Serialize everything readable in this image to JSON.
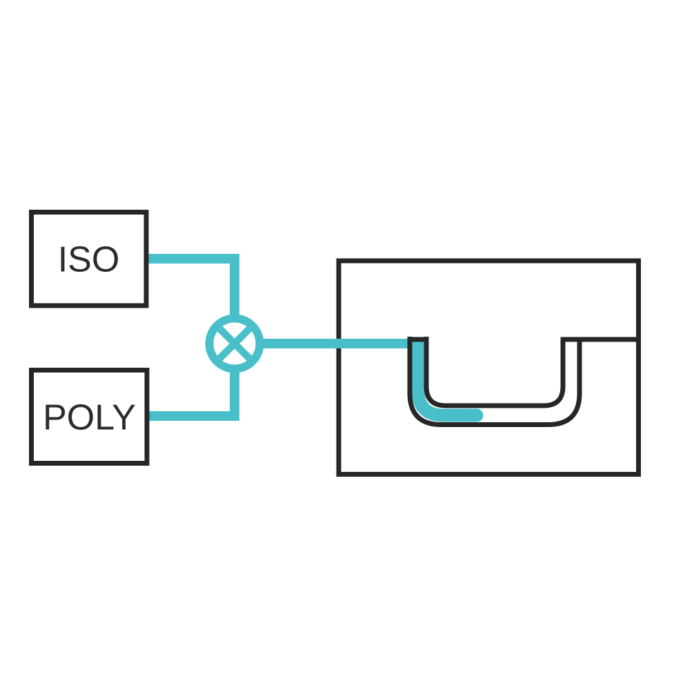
{
  "colors": {
    "accent": "#49bfc9",
    "ink": "#262626",
    "text": "#2b2b2b",
    "background": "#ffffff"
  },
  "diagram": {
    "description": "process-flow-diagram",
    "inputs": [
      {
        "label": "ISO"
      },
      {
        "label": "POLY"
      }
    ],
    "icons": {
      "mixer": "mixing-valve-icon",
      "mold": "mold-cavity",
      "fill": "resin-fill"
    }
  }
}
